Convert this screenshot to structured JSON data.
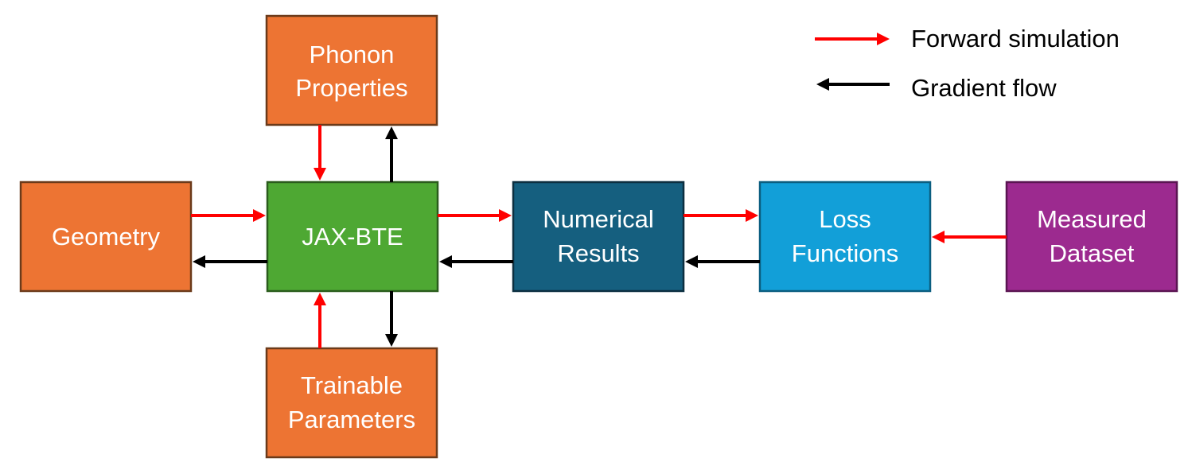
{
  "colors": {
    "orange": "#ED7433",
    "orange_border": "#6B3A1A",
    "green": "#4EA833",
    "green_border": "#2A5C1C",
    "dark_blue": "#155F7F",
    "dark_blue_border": "#0C2F40",
    "light_blue": "#129FD8",
    "light_blue_border": "#0B5E80",
    "purple": "#9C2A8F",
    "purple_border": "#5A1552",
    "forward_arrow": "#FF0000",
    "gradient_arrow": "#000000"
  },
  "legend": {
    "forward": "Forward simulation",
    "gradient": "Gradient flow"
  },
  "nodes": {
    "phonon": {
      "line1": "Phonon",
      "line2": "Properties"
    },
    "geometry": {
      "line1": "Geometry"
    },
    "jax": {
      "line1": "JAX-BTE"
    },
    "numerical": {
      "line1": "Numerical",
      "line2": "Results"
    },
    "loss": {
      "line1": "Loss",
      "line2": "Functions"
    },
    "measured": {
      "line1": "Measured",
      "line2": "Dataset"
    },
    "trainable": {
      "line1": "Trainable",
      "line2": "Parameters"
    }
  }
}
